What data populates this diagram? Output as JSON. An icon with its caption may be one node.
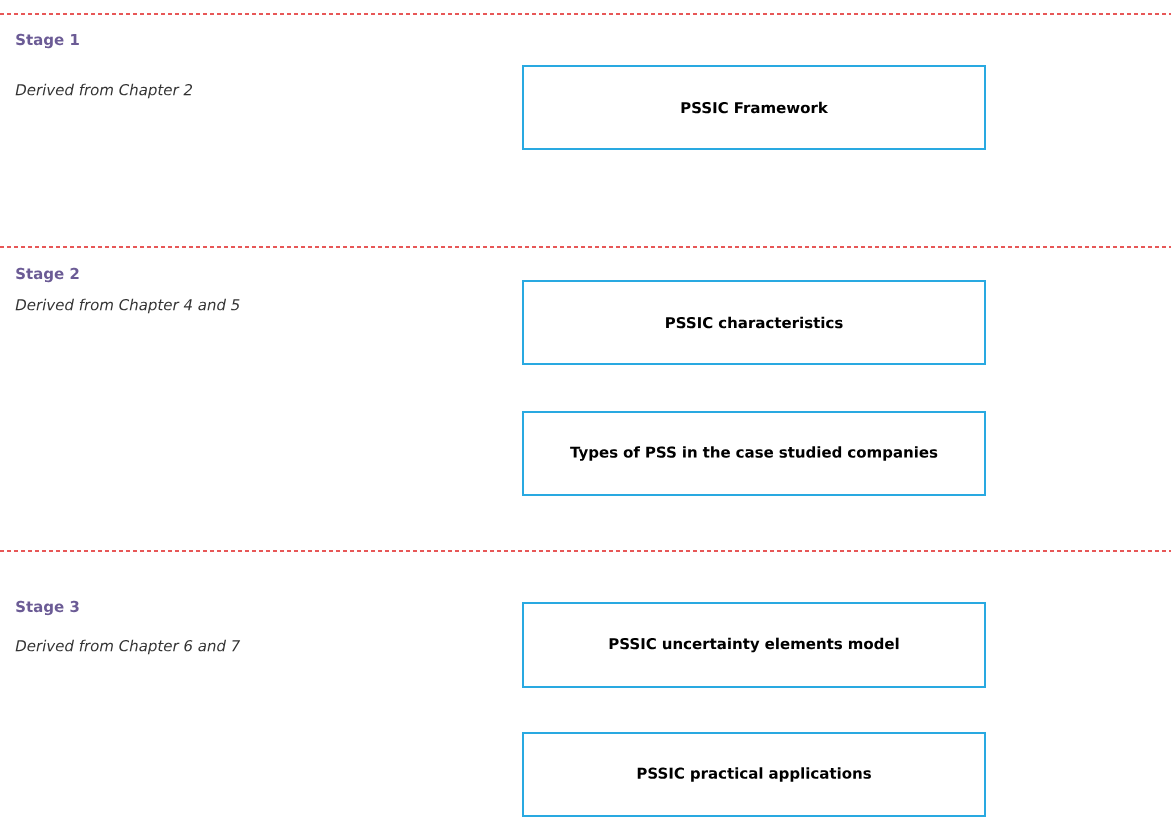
{
  "diagram": {
    "nodes": [
      {
        "text": [
          "PSSIC Framework"
        ]
      },
      {
        "text": [
          "PSSIC characteristics"
        ]
      },
      {
        "text": [
          "Types of PSS in the case studied companies"
        ]
      },
      {
        "text": [
          "PSSIC uncertainty elements model"
        ]
      },
      {
        "text": [
          "PSSIC practical applications"
        ]
      }
    ],
    "labels": [
      "Stage 1",
      "Derived from Chapter 2",
      "Stage 2",
      "Derived from Chapter 4 and 5",
      "Stage 3",
      "Derived from Chapter 6 and 7"
    ]
  }
}
